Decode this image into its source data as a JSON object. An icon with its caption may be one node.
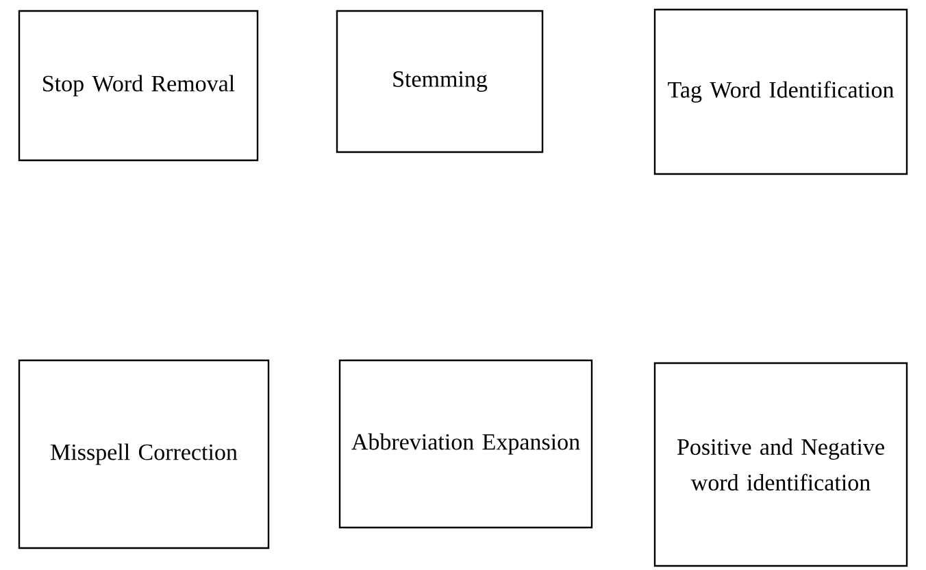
{
  "diagram": {
    "nodes": [
      {
        "text": [
          "Stop Word Removal"
        ]
      },
      {
        "text": [
          "Stemming"
        ]
      },
      {
        "text": [
          "Tag Word Identification"
        ]
      },
      {
        "text": [
          "Misspell Correction"
        ]
      },
      {
        "text": [
          "Abbreviation Expansion"
        ]
      },
      {
        "text": [
          "Positive and Negative word identification"
        ]
      }
    ]
  }
}
